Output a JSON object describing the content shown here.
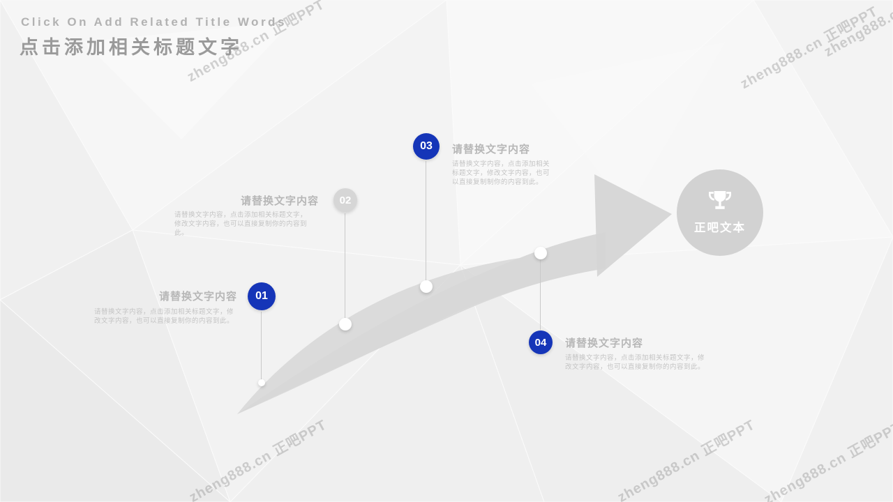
{
  "title": {
    "en": "Click On Add Related Title Words",
    "zh": "点击添加相关标题文字"
  },
  "watermark": {
    "text": "zheng888.cn 正吧PPT"
  },
  "milestones": [
    {
      "number": "01",
      "label": "请替换文字内容",
      "body": "请替换文字内容，点击添加相关标题文字，修改文字内容，也可以直接复制你的内容到此。"
    },
    {
      "number": "02",
      "label": "请替换文字内容",
      "body": "请替换文字内容，点击添加相关标题文字，修改文字内容，也可以直接复制你的内容到此。"
    },
    {
      "number": "03",
      "label": "请替换文字内容",
      "body": "请替换文字内容，点击添加相关标题文字，修改文字内容，也可以直接复制制你的内容到此。"
    },
    {
      "number": "04",
      "label": "请替换文字内容",
      "body": "请替换文字内容，点击添加相关标题文字，修改文字内容，也可以直接复制你的内容到此。"
    }
  ],
  "target": {
    "label": "正吧文本",
    "icon": "trophy-icon"
  },
  "colors": {
    "accent_blue": "#1535b8",
    "circle_gray": "#d6d6d6",
    "arrow_gray": "#d7d7d7",
    "background": "#f2f2f2"
  }
}
